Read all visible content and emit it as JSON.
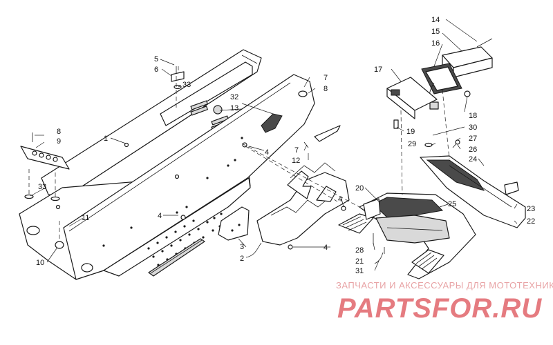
{
  "callouts": [
    {
      "id": "c1",
      "text": "1"
    },
    {
      "id": "c2",
      "text": "2"
    },
    {
      "id": "c3",
      "text": "3"
    },
    {
      "id": "c4a",
      "text": "4"
    },
    {
      "id": "c4b",
      "text": "4"
    },
    {
      "id": "c4c",
      "text": "4"
    },
    {
      "id": "c4d",
      "text": "4"
    },
    {
      "id": "c5",
      "text": "5"
    },
    {
      "id": "c6",
      "text": "6"
    },
    {
      "id": "c7a",
      "text": "7"
    },
    {
      "id": "c7b",
      "text": "7"
    },
    {
      "id": "c8a",
      "text": "8"
    },
    {
      "id": "c8b",
      "text": "8"
    },
    {
      "id": "c9",
      "text": "9"
    },
    {
      "id": "c10",
      "text": "10"
    },
    {
      "id": "c11",
      "text": "11"
    },
    {
      "id": "c12",
      "text": "12"
    },
    {
      "id": "c13",
      "text": "13"
    },
    {
      "id": "c14",
      "text": "14"
    },
    {
      "id": "c15",
      "text": "15"
    },
    {
      "id": "c16",
      "text": "16"
    },
    {
      "id": "c17",
      "text": "17"
    },
    {
      "id": "c18",
      "text": "18"
    },
    {
      "id": "c19",
      "text": "19"
    },
    {
      "id": "c20",
      "text": "20"
    },
    {
      "id": "c21",
      "text": "21"
    },
    {
      "id": "c22",
      "text": "22"
    },
    {
      "id": "c23",
      "text": "23"
    },
    {
      "id": "c24",
      "text": "24"
    },
    {
      "id": "c25",
      "text": "25"
    },
    {
      "id": "c26",
      "text": "26"
    },
    {
      "id": "c27",
      "text": "27"
    },
    {
      "id": "c28",
      "text": "28"
    },
    {
      "id": "c29",
      "text": "29"
    },
    {
      "id": "c30",
      "text": "30"
    },
    {
      "id": "c31",
      "text": "31"
    },
    {
      "id": "c32",
      "text": "32"
    },
    {
      "id": "c33a",
      "text": "33"
    },
    {
      "id": "c33b",
      "text": "33"
    }
  ],
  "watermark": {
    "tagline": "ЗАПЧАСТИ И АКСЕССУАРЫ ДЛЯ МОТОТЕХНИКИ",
    "logo": "PARTSFOR.RU"
  },
  "colors": {
    "line": "#1a1a1a",
    "watermark": "#e57b80"
  }
}
